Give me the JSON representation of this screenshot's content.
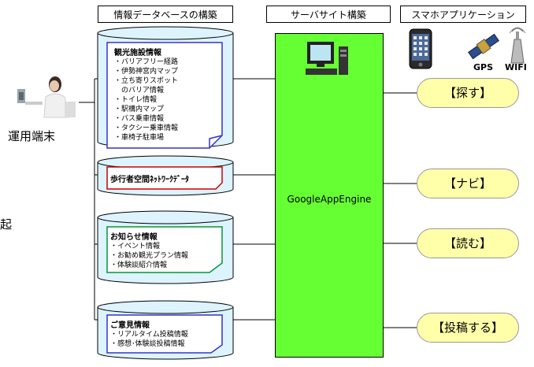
{
  "headers": {
    "database": "情報データベースの構築",
    "server": "サーバサイト構築",
    "smartphone": "スマホアプリケーション"
  },
  "server": {
    "label": "GoogleAppEngine"
  },
  "operator": {
    "label": "運用端末"
  },
  "edge_fragment": "起",
  "phone": {
    "gps_label": "GPS",
    "wifi_label": "WIFI"
  },
  "databases": [
    {
      "title": "観光施設情報",
      "items": [
        "・バリアフリー経路",
        "・伊勢神宮内マップ",
        "・立ち寄りスポット",
        "　のバリア情報",
        "・トイレ情報",
        "・駅構内マップ",
        "・バス乗車情報",
        "・タクシー乗車情報",
        "・車椅子駐車場"
      ]
    },
    {
      "title": "歩行者空間ﾈｯﾄﾜｰｸﾃﾞｰﾀ",
      "items": []
    },
    {
      "title": "お知らせ情報",
      "items": [
        "・イベント情報",
        "・お勧め観光プラン情報",
        "・体験談紹介情報"
      ]
    },
    {
      "title": "ご意見情報",
      "items": [
        "・リアルタイム投稿情報",
        "・感想･体験談投稿情報"
      ]
    }
  ],
  "actions": [
    "【探す】",
    "【ナビ】",
    "【読む】",
    "【投稿する】"
  ],
  "colors": {
    "server": "#66ff33",
    "db_fill": "#ddf4ff",
    "note_tourism": "#ffffff",
    "note_network": "#ffffff",
    "note_notice": "#ffffff",
    "note_opinion": "#ffffff",
    "note_border_tourism": "#3333cc",
    "note_border_network": "#cc0000",
    "note_border_notice": "#009933",
    "note_border_opinion": "#3333cc",
    "action_fill": "#ffffaa"
  }
}
